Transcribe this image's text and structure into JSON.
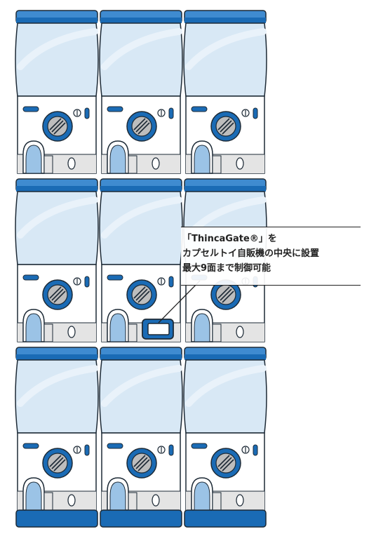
{
  "colors": {
    "outline": "#1d2a36",
    "capsule": "#d8e8f5",
    "capsule_light": "#e9f2fa",
    "band": "#1a6bb5",
    "band_light": "#3f8bd0",
    "body": "#ffffff",
    "panel_grey": "#e4e4e4",
    "coin_window": "#9bc3e6",
    "dial_outer": "#1a6bb5",
    "dial_inner": "#bdbdbd",
    "reader_blue": "#1a6bb5"
  },
  "grid": {
    "rows": 3,
    "cols": 3,
    "reader_position": "middle-center"
  },
  "callout": {
    "lines": [
      "「ThincaGate®」を",
      "カプセルトイ自販機の中央に設置",
      "最大9面まで制御可能"
    ]
  }
}
